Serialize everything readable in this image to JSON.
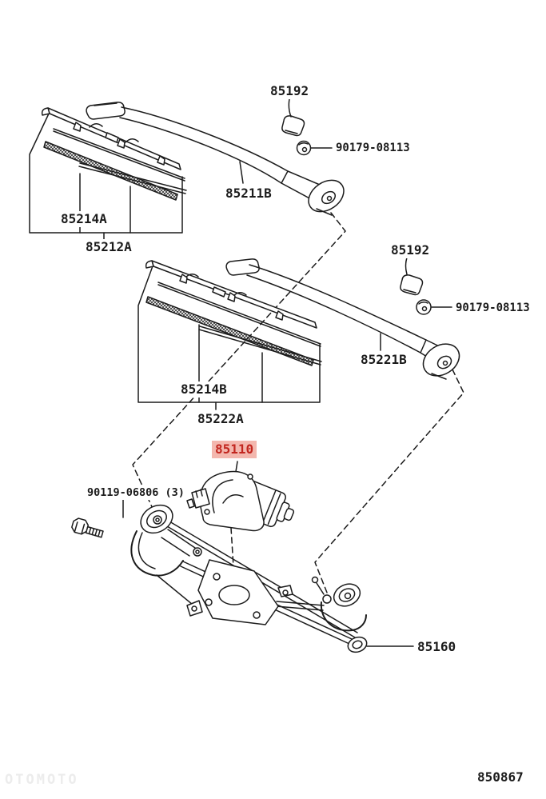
{
  "diagram": {
    "figure_number": "850867",
    "watermark": "OTOMOTO"
  },
  "callouts": {
    "cap_upper": "85192",
    "pivot_nut_upper": "90179-08113",
    "wiper_arm_upper": "85211B",
    "blade_insert_upper": "85214A",
    "blade_assy_upper": "85212A",
    "cap_lower": "85192",
    "pivot_nut_lower": "90179-08113",
    "wiper_arm_lower": "85221B",
    "blade_insert_lower": "85214B",
    "blade_assy_lower": "85222A",
    "wiper_motor": "85110",
    "motor_bolt": "90119-06806 (3)",
    "wiper_link": "85160"
  },
  "colors": {
    "highlight_bg": "#f3b7ae",
    "highlight_text": "#c2261f",
    "watermark": "#ececec",
    "line": "#1c1c1c"
  }
}
